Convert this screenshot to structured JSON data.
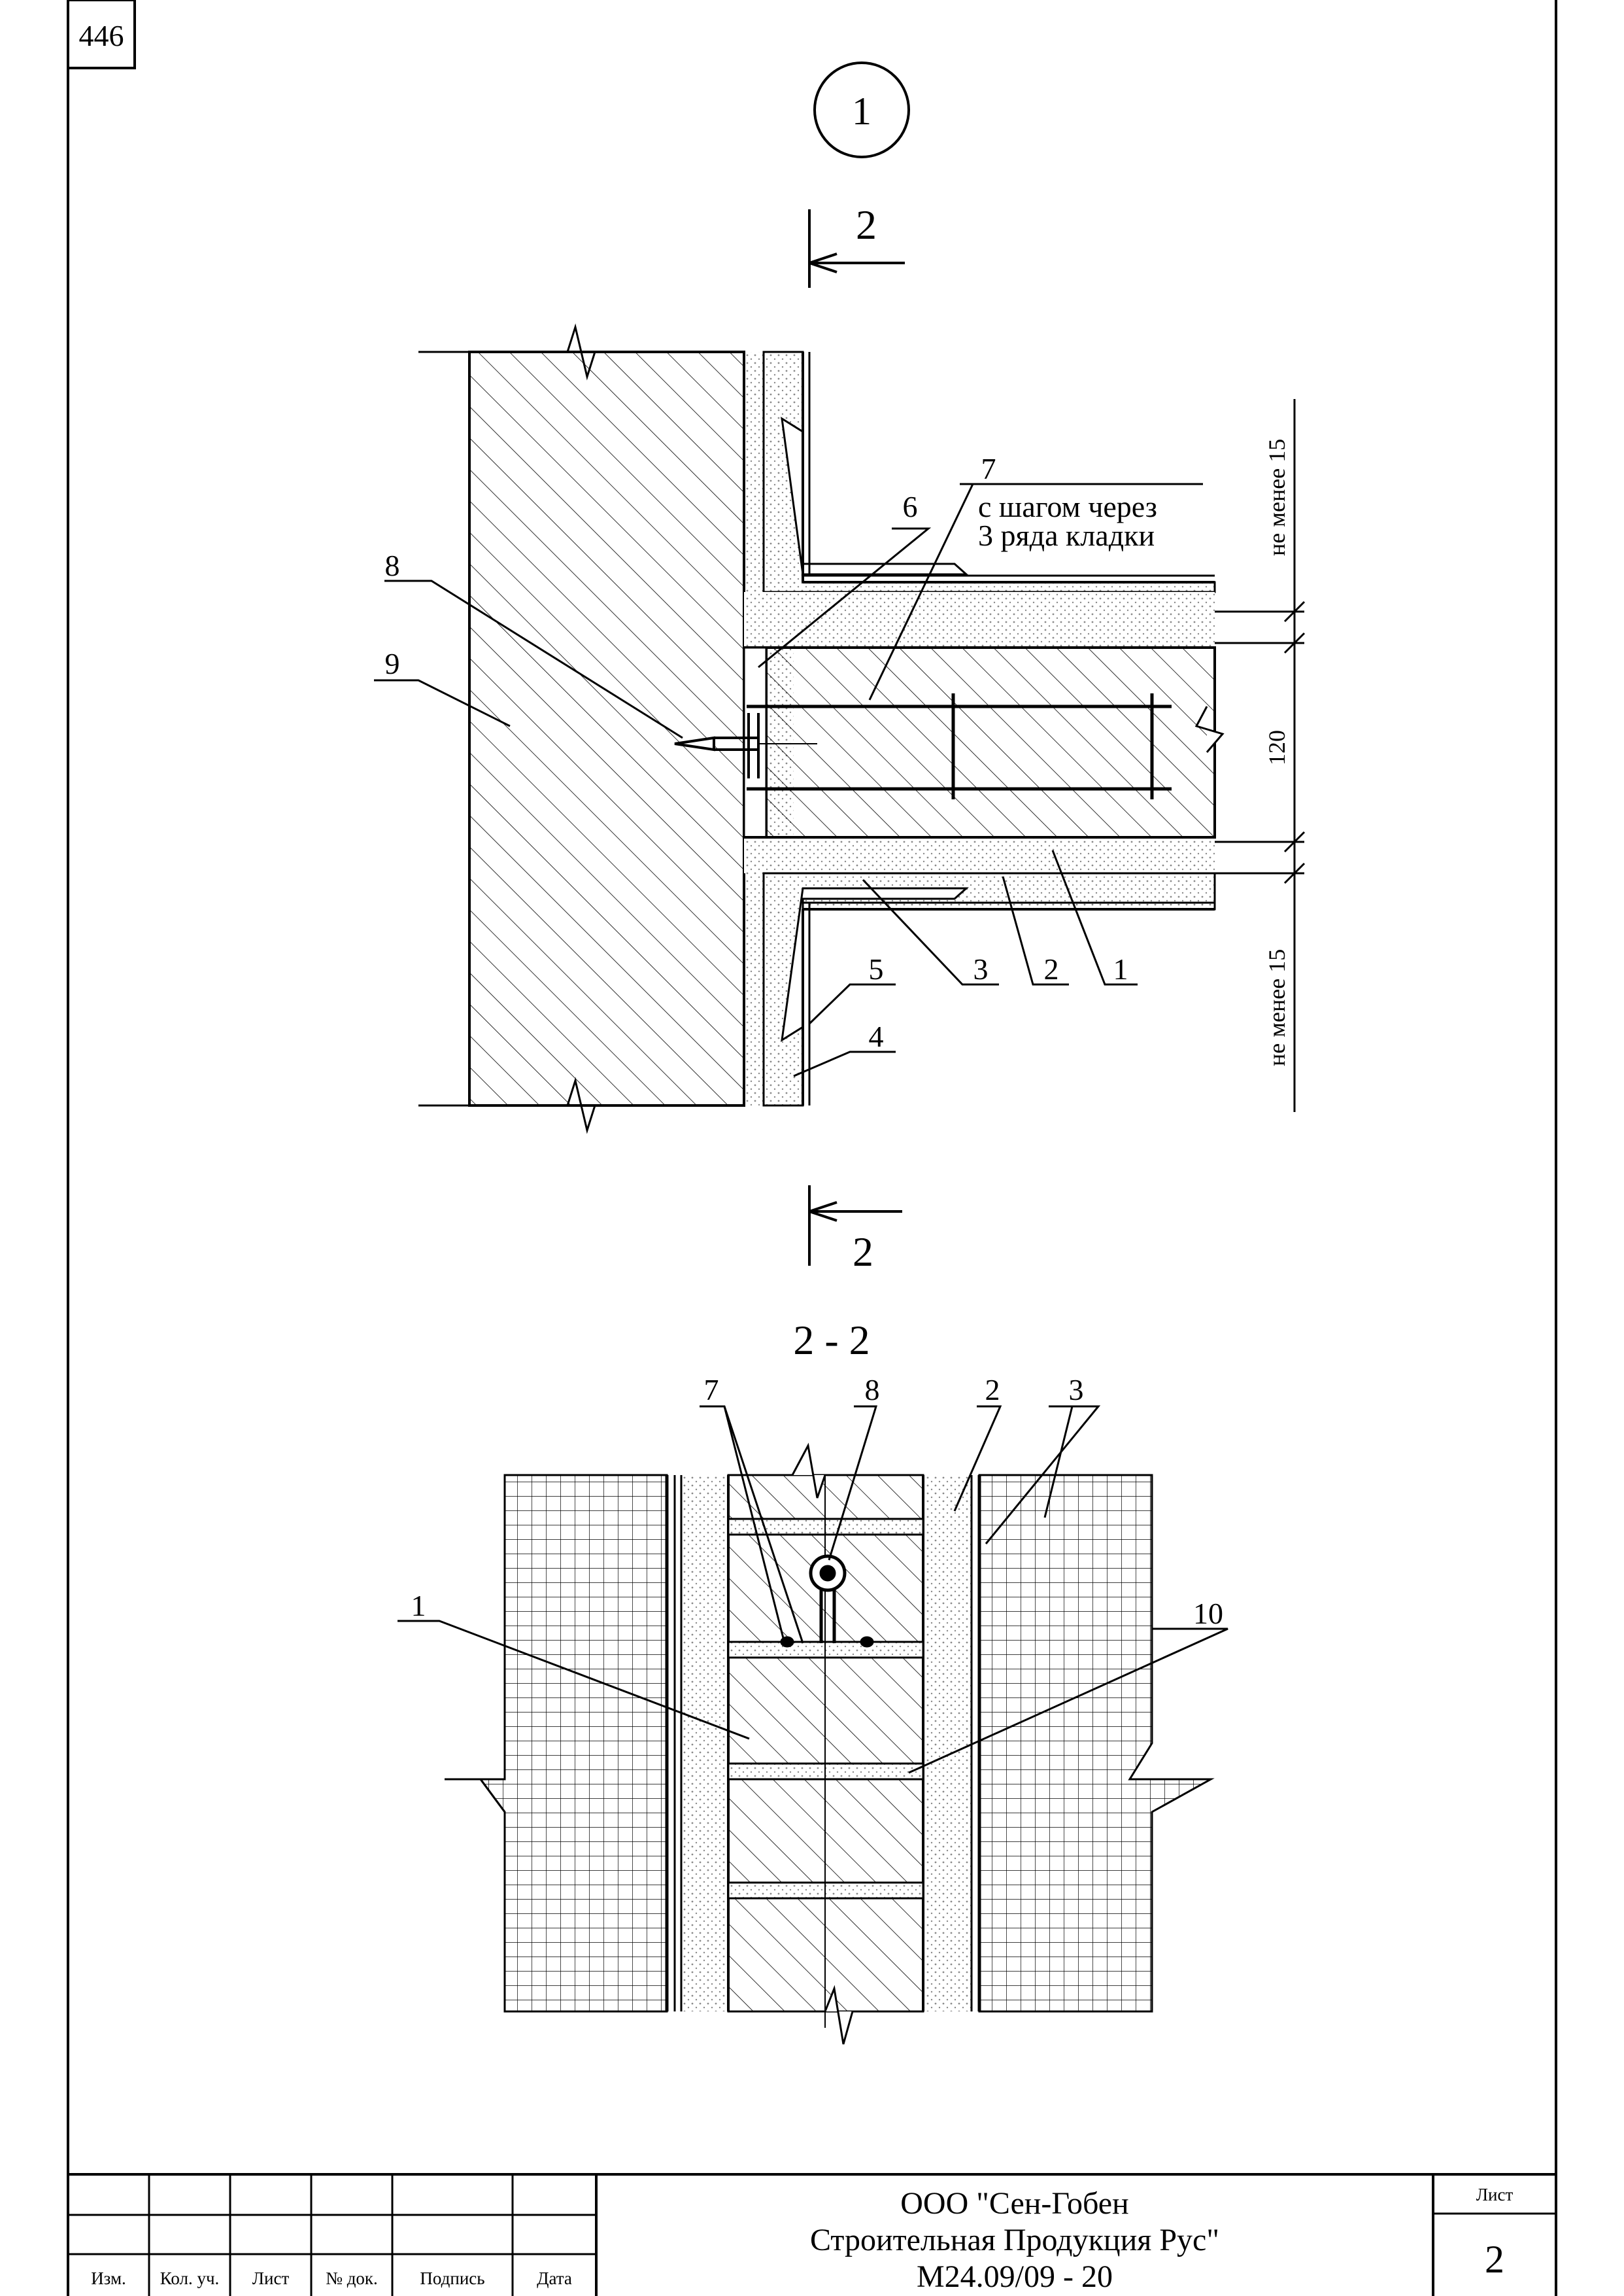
{
  "sheet": {
    "page_number": "446",
    "node_number": "1"
  },
  "section_marker": {
    "number_top": "2",
    "number_bottom": "2",
    "section_title": "2 - 2"
  },
  "callouts": {
    "item_1": "1",
    "item_2": "2",
    "item_3": "3",
    "item_4": "4",
    "item_5": "5",
    "item_6": "6",
    "item_7": "7",
    "item_8": "8",
    "item_9": "9",
    "item_10": "10"
  },
  "notes": {
    "step_line1": "с шагом через",
    "step_line2": "3 ряда кладки"
  },
  "dimensions": {
    "min_top": "не менее 15",
    "min_bottom": "не менее 15",
    "thickness": "120"
  },
  "title_block": {
    "headers": [
      "Изм.",
      "Кол. уч.",
      "Лист",
      "№ док.",
      "Подпись",
      "Дата"
    ],
    "company_line1": "ООО \"Сен-Гобен",
    "company_line2": "Строительная Продукция Рус\"",
    "doc_code": "М24.09/09 - 20",
    "sheet_label": "Лист",
    "sheet_number": "2"
  },
  "colors": {
    "ink": "#000000",
    "paper": "#ffffff",
    "stipple": "#8a8a8a"
  }
}
